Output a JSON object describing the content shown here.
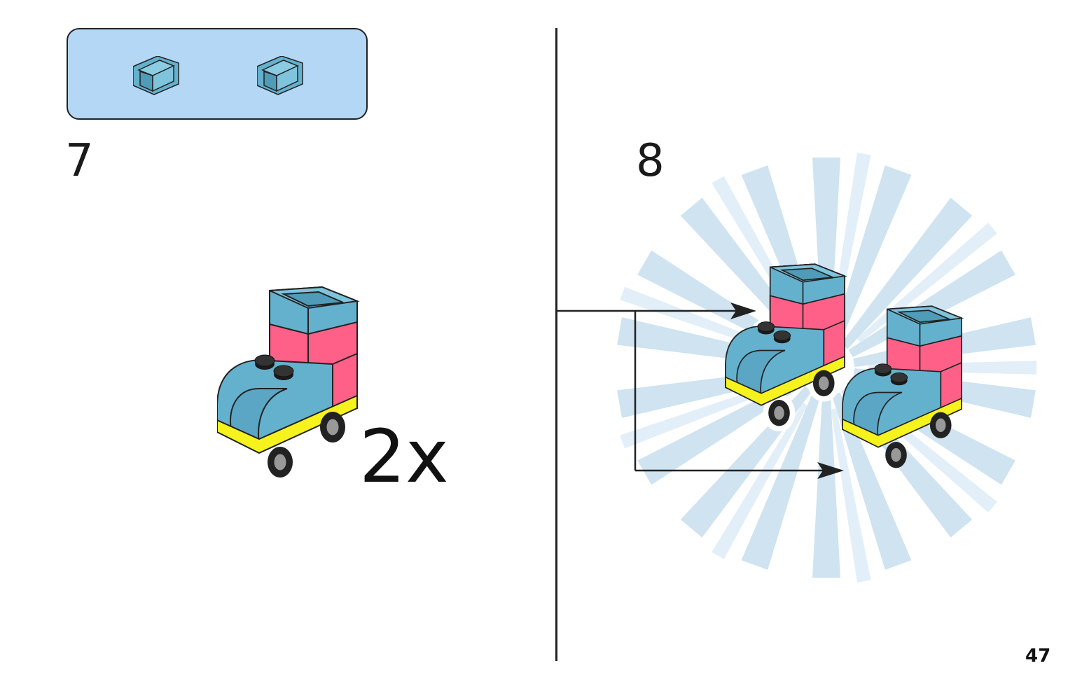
{
  "steps": [
    {
      "number": "7",
      "multiplier": "2x"
    },
    {
      "number": "8"
    }
  ],
  "page_number": "47",
  "colors": {
    "parts_box": "#b3d7f5",
    "brick_blue": "#64b1ce",
    "brick_pink": "#ff6088",
    "brick_yellow": "#f6f21e",
    "wheel": "#1f1f1f",
    "burst": "#cfe3f1"
  },
  "parts_list": [
    {
      "name": "panel-1x2-medium-azure",
      "icon": "panel-brick-icon"
    },
    {
      "name": "panel-1x2-medium-azure",
      "icon": "panel-brick-icon"
    }
  ]
}
